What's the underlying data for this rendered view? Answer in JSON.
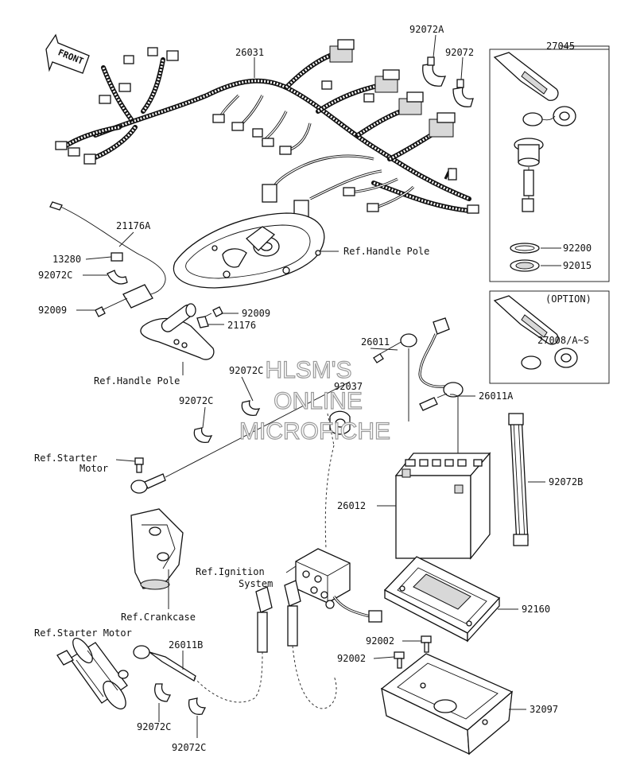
{
  "front_arrow": {
    "label": "FRONT"
  },
  "labels": {
    "l26031": "26031",
    "l92072a": "92072A",
    "l92072": "92072",
    "l27045": "27045",
    "l21176a": "21176A",
    "l13280": "13280",
    "l92072c_1": "92072C",
    "l92009_1": "92009",
    "l92009_2": "92009",
    "l21176": "21176",
    "ref_handle_pole_1": "Ref.Handle Pole",
    "ref_handle_pole_2": "Ref.Handle Pole",
    "l92200": "92200",
    "l92015": "92015",
    "option": "(OPTION)",
    "l27008": "27008/A~S",
    "l26011": "26011",
    "l92072c_2": "92072C",
    "l92037": "92037",
    "l26011a": "26011A",
    "l92072c_3": "92072C",
    "ref_starter_motor_1a": "Ref.Starter",
    "ref_starter_motor_1b": "Motor",
    "l26012": "26012",
    "l92072b": "92072B",
    "ref_ignition_a": "Ref.Ignition",
    "ref_ignition_b": "System",
    "ref_crankcase": "Ref.Crankcase",
    "l92160": "92160",
    "ref_starter_motor_2": "Ref.Starter Motor",
    "l26011b": "26011B",
    "l92002_1": "92002",
    "l92002_2": "92002",
    "l32097": "32097",
    "l92072c_4": "92072C",
    "l92072c_5": "92072C"
  },
  "watermark": {
    "line1": "HLSM'S",
    "line2": "ONLINE",
    "line3": "MICROFICHE"
  }
}
